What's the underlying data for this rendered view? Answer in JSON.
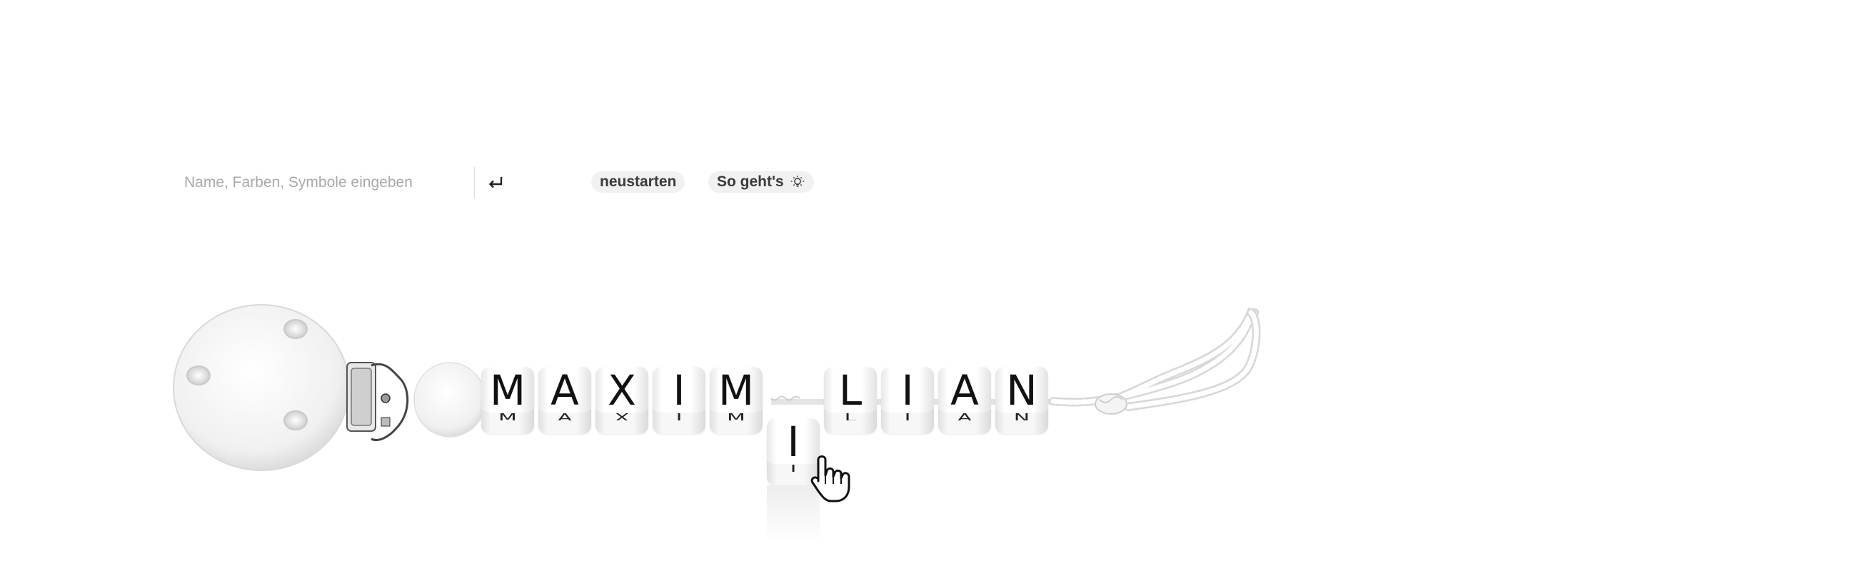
{
  "search": {
    "placeholder": "Name, Farben, Symbole eingeben"
  },
  "toolbar": {
    "restart_label": "neustarten",
    "howto_label": "So geht's"
  },
  "chain": {
    "beads": [
      {
        "letter": "M"
      },
      {
        "letter": "A"
      },
      {
        "letter": "X"
      },
      {
        "letter": "I"
      },
      {
        "letter": "M"
      },
      {
        "letter": "L"
      },
      {
        "letter": "I"
      },
      {
        "letter": "A"
      },
      {
        "letter": "N"
      }
    ],
    "dragged_bead": {
      "letter": "I"
    }
  },
  "icons": {
    "enter": "enter-icon",
    "bulb": "lightbulb-icon",
    "cursor": "hand-pointer-icon"
  }
}
